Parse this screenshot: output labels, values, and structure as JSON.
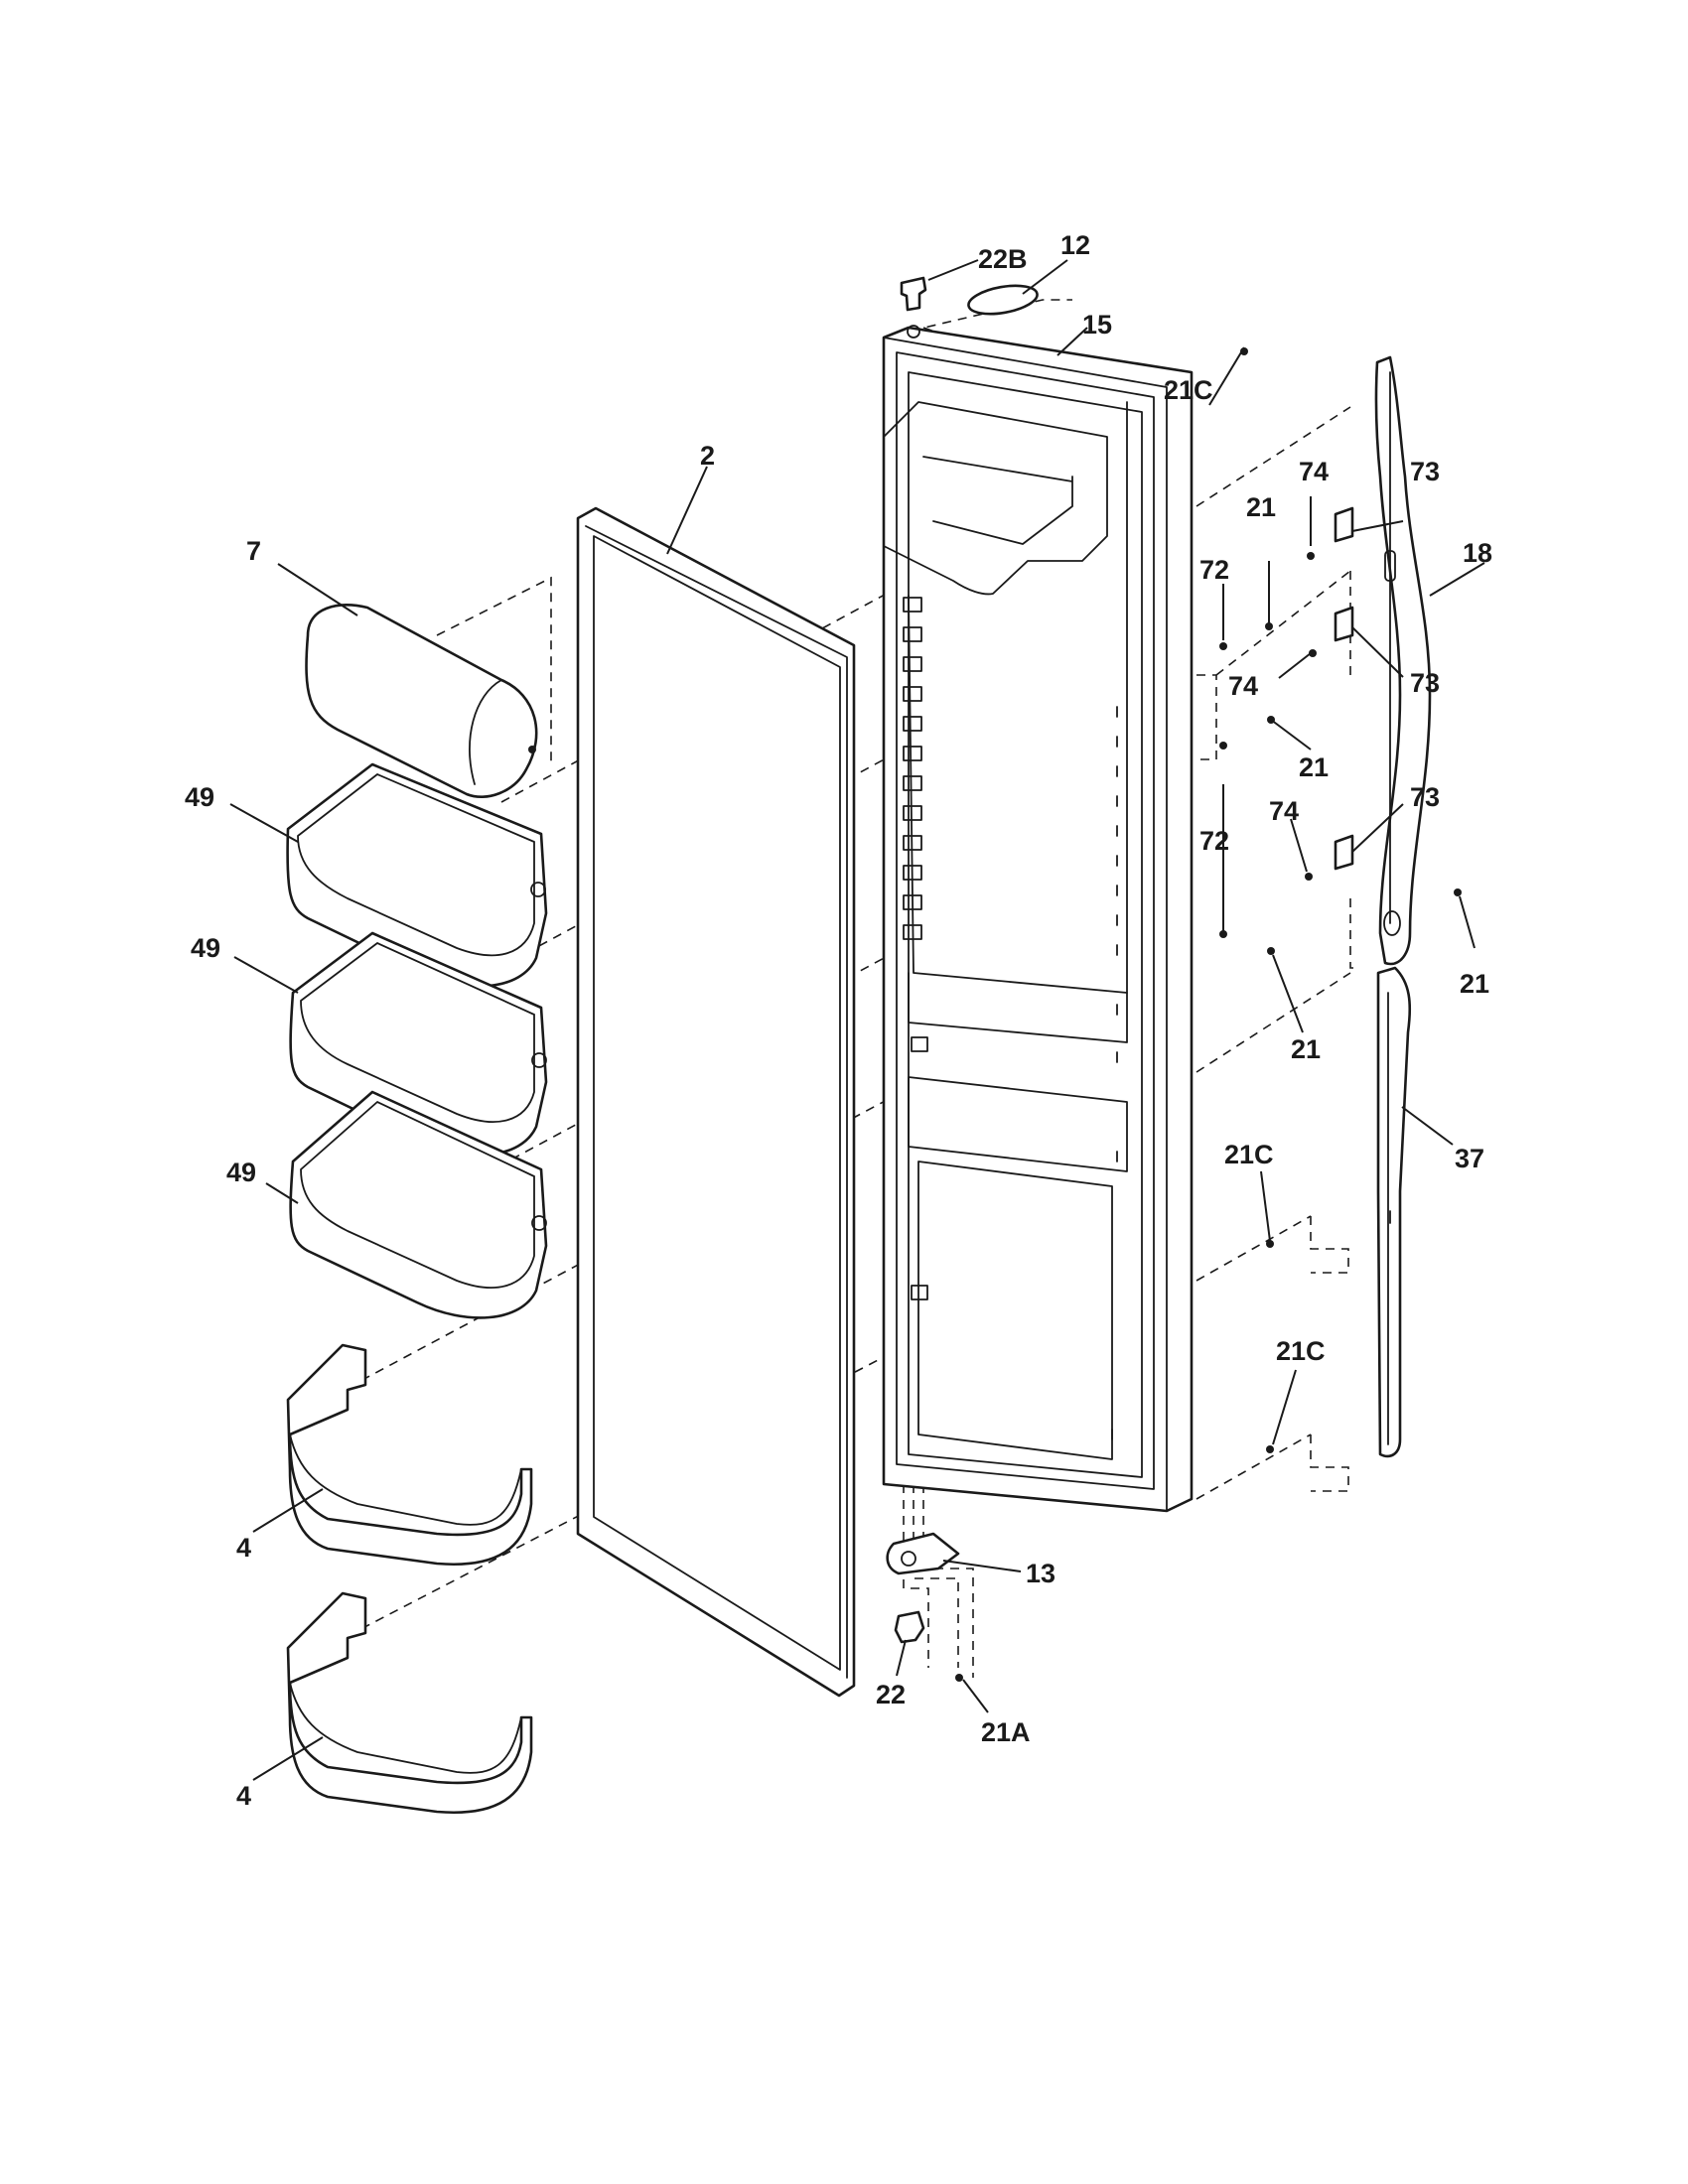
{
  "callouts": {
    "c_22B": "22B",
    "c_12": "12",
    "c_15": "15",
    "c_2": "2",
    "c_7": "7",
    "c_21C_top": "21C",
    "c_74_a": "74",
    "c_73_a": "73",
    "c_21_a": "21",
    "c_18": "18",
    "c_72_a": "72",
    "c_74_b": "74",
    "c_73_b": "73",
    "c_21_b": "21",
    "c_72_b": "72",
    "c_74_c": "74",
    "c_73_c": "73",
    "c_21_c": "21",
    "c_21_d": "21",
    "c_49_a": "49",
    "c_49_b": "49",
    "c_49_c": "49",
    "c_37": "37",
    "c_21C_mid": "21C",
    "c_21C_low": "21C",
    "c_4_a": "4",
    "c_4_b": "4",
    "c_13": "13",
    "c_22": "22",
    "c_21A": "21A"
  }
}
